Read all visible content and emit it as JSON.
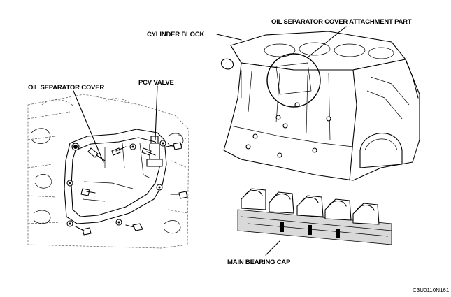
{
  "labels": {
    "cylinder_block": "CYLINDER BLOCK",
    "attachment_part": "OIL SEPARATOR COVER ATTACHMENT PART",
    "oil_separator_cover": "OIL SEPARATOR COVER",
    "pcv_valve": "PCV VALVE",
    "main_bearing_cap": "MAIN BEARING CAP"
  },
  "figure_code": "C3U0110N161"
}
